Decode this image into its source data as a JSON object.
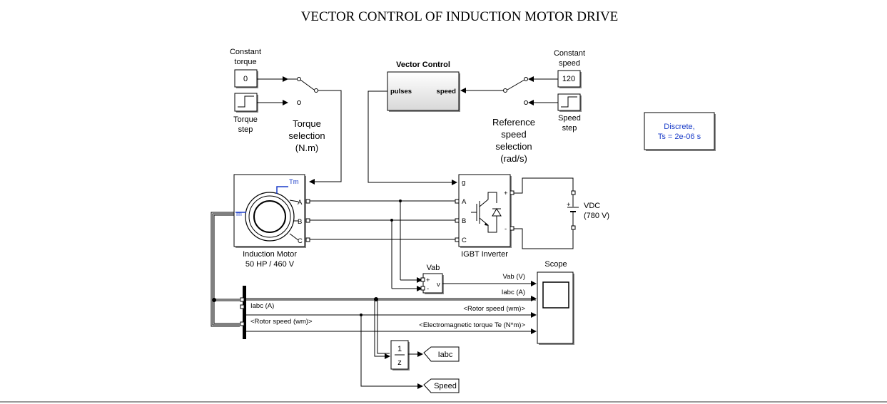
{
  "title": "VECTOR CONTROL OF INDUCTION MOTOR DRIVE",
  "torque_source": {
    "constant_label_1": "Constant",
    "constant_label_2": "torque",
    "constant_value": "0",
    "step_label_1": "Torque",
    "step_label_2": "step",
    "switch_label_1": "Torque",
    "switch_label_2": "selection",
    "switch_label_3": "(N.m)"
  },
  "speed_source": {
    "constant_label_1": "Constant",
    "constant_label_2": "speed",
    "constant_value": "120",
    "step_label_1": "Speed",
    "step_label_2": "step",
    "switch_label_1": "Reference",
    "switch_label_2": "speed",
    "switch_label_3": "selection",
    "switch_label_4": "(rad/s)"
  },
  "vector_control": {
    "name": "Vector Control",
    "in_port": "speed",
    "out_port": "pulses"
  },
  "powergui": {
    "line1": "Discrete,",
    "line2": "Ts = 2e-06 s"
  },
  "motor": {
    "name_1": "Induction Motor",
    "name_2": "50 HP / 460 V",
    "port_tm": "Tm",
    "port_m": "m",
    "port_a": "A",
    "port_b": "B",
    "port_c": "C"
  },
  "inverter": {
    "name": "IGBT Inverter",
    "port_g": "g",
    "port_a": "A",
    "port_b": "B",
    "port_c": "C",
    "port_plus": "+",
    "port_minus": "-"
  },
  "dc_source": {
    "name": "VDC",
    "value": "(780 V)",
    "plus": "+"
  },
  "voltmeter": {
    "name": "Vab",
    "port_plus": "+",
    "port_minus": "-",
    "out": "v"
  },
  "bus_selector": {
    "out1": "Iabc (A)",
    "out2": "<Rotor speed (wm)>"
  },
  "scope": {
    "name": "Scope",
    "in1": "Vab (V)",
    "in2": "Iabc (A)",
    "in3": "<Rotor speed (wm)>",
    "in4": "<Electromagnetic torque Te (N*m)>"
  },
  "delay": {
    "num": "1",
    "den": "z"
  },
  "goto_tags": {
    "iabc": "Iabc",
    "speed": "Speed"
  }
}
